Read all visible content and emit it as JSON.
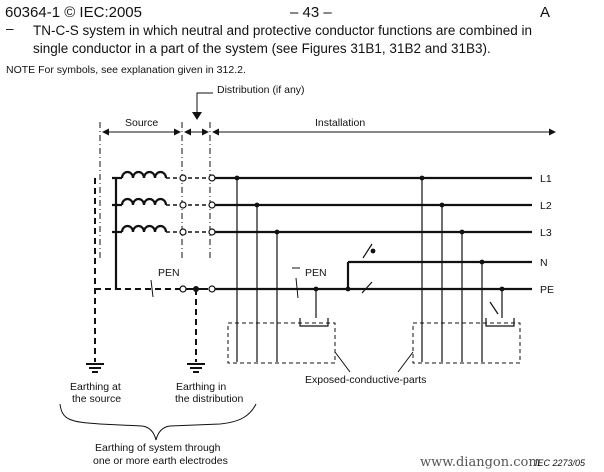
{
  "header": {
    "left": "60364-1 © IEC:2005",
    "center": "– 43 –",
    "right": "A"
  },
  "body": {
    "bullet": "–",
    "line1": "TN-C-S system in which neutral and protective conductor functions are combined in",
    "line2": "single conductor in a part of the system (see Figures 31B1, 31B2 and 31B3).",
    "note": "NOTE  For symbols, see explanation given in 312.2."
  },
  "diagram": {
    "distribution": "Distribution (if any)",
    "source": "Source",
    "installation": "Installation",
    "conductors": [
      "L1",
      "L2",
      "L3",
      "N",
      "PE"
    ],
    "pen_left": "PEN",
    "pen_right": "PEN",
    "exposed": "Exposed-conductive-parts",
    "earth_source": [
      "Earthing at",
      "the source"
    ],
    "earth_distribution": [
      "Earthing in",
      "the distribution"
    ],
    "earth_system": [
      "Earthing of system through",
      "one or more earth electrodes"
    ],
    "iec_ref": "IEC  2273/05",
    "watermark": "www.diangon.com"
  }
}
